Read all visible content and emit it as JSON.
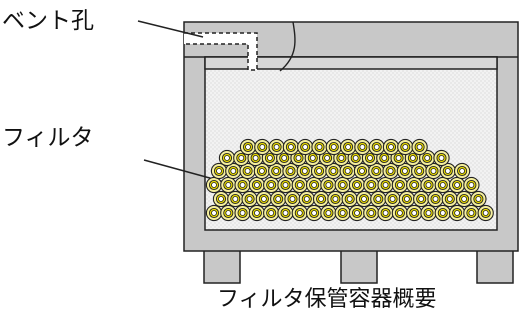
{
  "labels": {
    "vent": "ベント孔",
    "filter": "フィルタ",
    "caption": "フィルタ保管容器概要"
  },
  "colors": {
    "container_body": "#c8c8c8",
    "outline": "#222222",
    "interior_fill": "#f2f2f2",
    "filter_outer": "#f5ef9e",
    "filter_ring": "#e7d900",
    "filter_core": "#ffffff"
  }
}
